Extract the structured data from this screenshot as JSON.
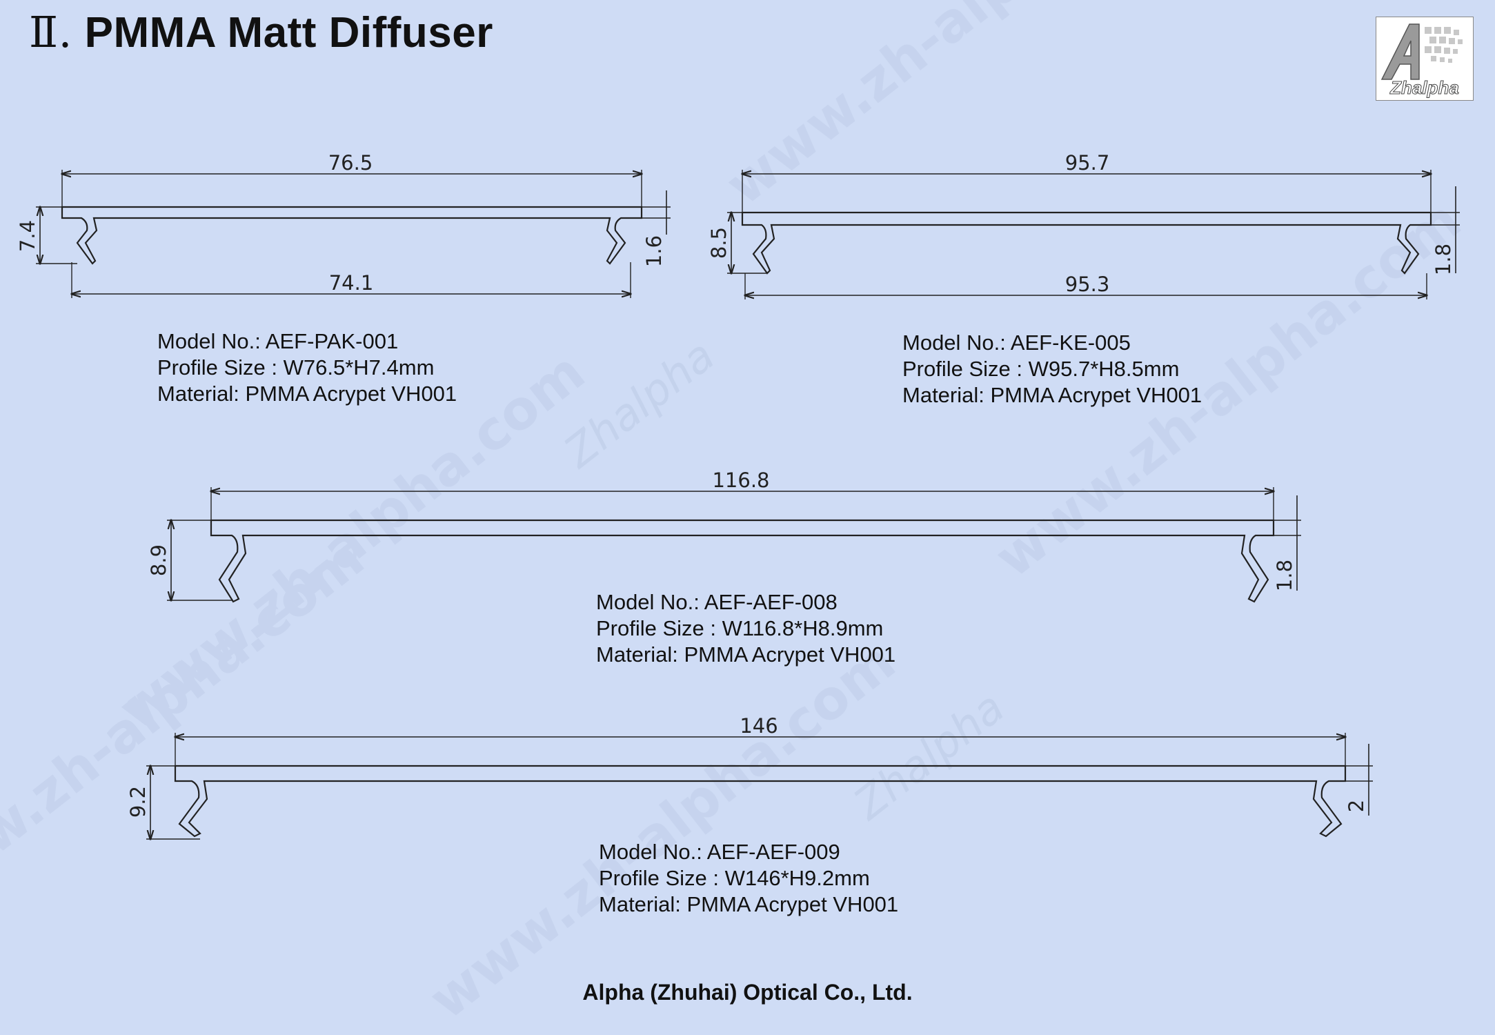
{
  "page": {
    "title_numeral": "Ⅱ.",
    "title": "PMMA Matt Diffuser",
    "company": "Alpha (Zhuhai) Optical Co., Ltd."
  },
  "logo": {
    "text": "Zhalpha",
    "icon": "zhalpha-logo-icon"
  },
  "watermark": {
    "text": "www.zh-alpha.com",
    "text2": "Zhalpha"
  },
  "profiles": [
    {
      "id": "aef-pak-001",
      "top_width": "76.5",
      "bottom_width": "74.1",
      "height": "7.4",
      "thickness": "1.6",
      "model_label": "Model No.: AEF-PAK-001",
      "size_label": "Profile Size : W76.5*H7.4mm",
      "material_label": "Material: PMMA Acrypet VH001"
    },
    {
      "id": "aef-ke-005",
      "top_width": "95.7",
      "bottom_width": "95.3",
      "height": "8.5",
      "thickness": "1.8",
      "model_label": "Model No.: AEF-KE-005",
      "size_label": "Profile Size : W95.7*H8.5mm",
      "material_label": "Material: PMMA Acrypet VH001"
    },
    {
      "id": "aef-aef-008",
      "top_width": "116.8",
      "height": "8.9",
      "thickness": "1.8",
      "model_label": "Model No.: AEF-AEF-008",
      "size_label": "Profile Size : W116.8*H8.9mm",
      "material_label": "Material: PMMA Acrypet VH001"
    },
    {
      "id": "aef-aef-009",
      "top_width": "146",
      "height": "9.2",
      "thickness": "2",
      "model_label": "Model No.: AEF-AEF-009",
      "size_label": "Profile Size : W146*H9.2mm",
      "material_label": "Material: PMMA Acrypet VH001"
    }
  ]
}
